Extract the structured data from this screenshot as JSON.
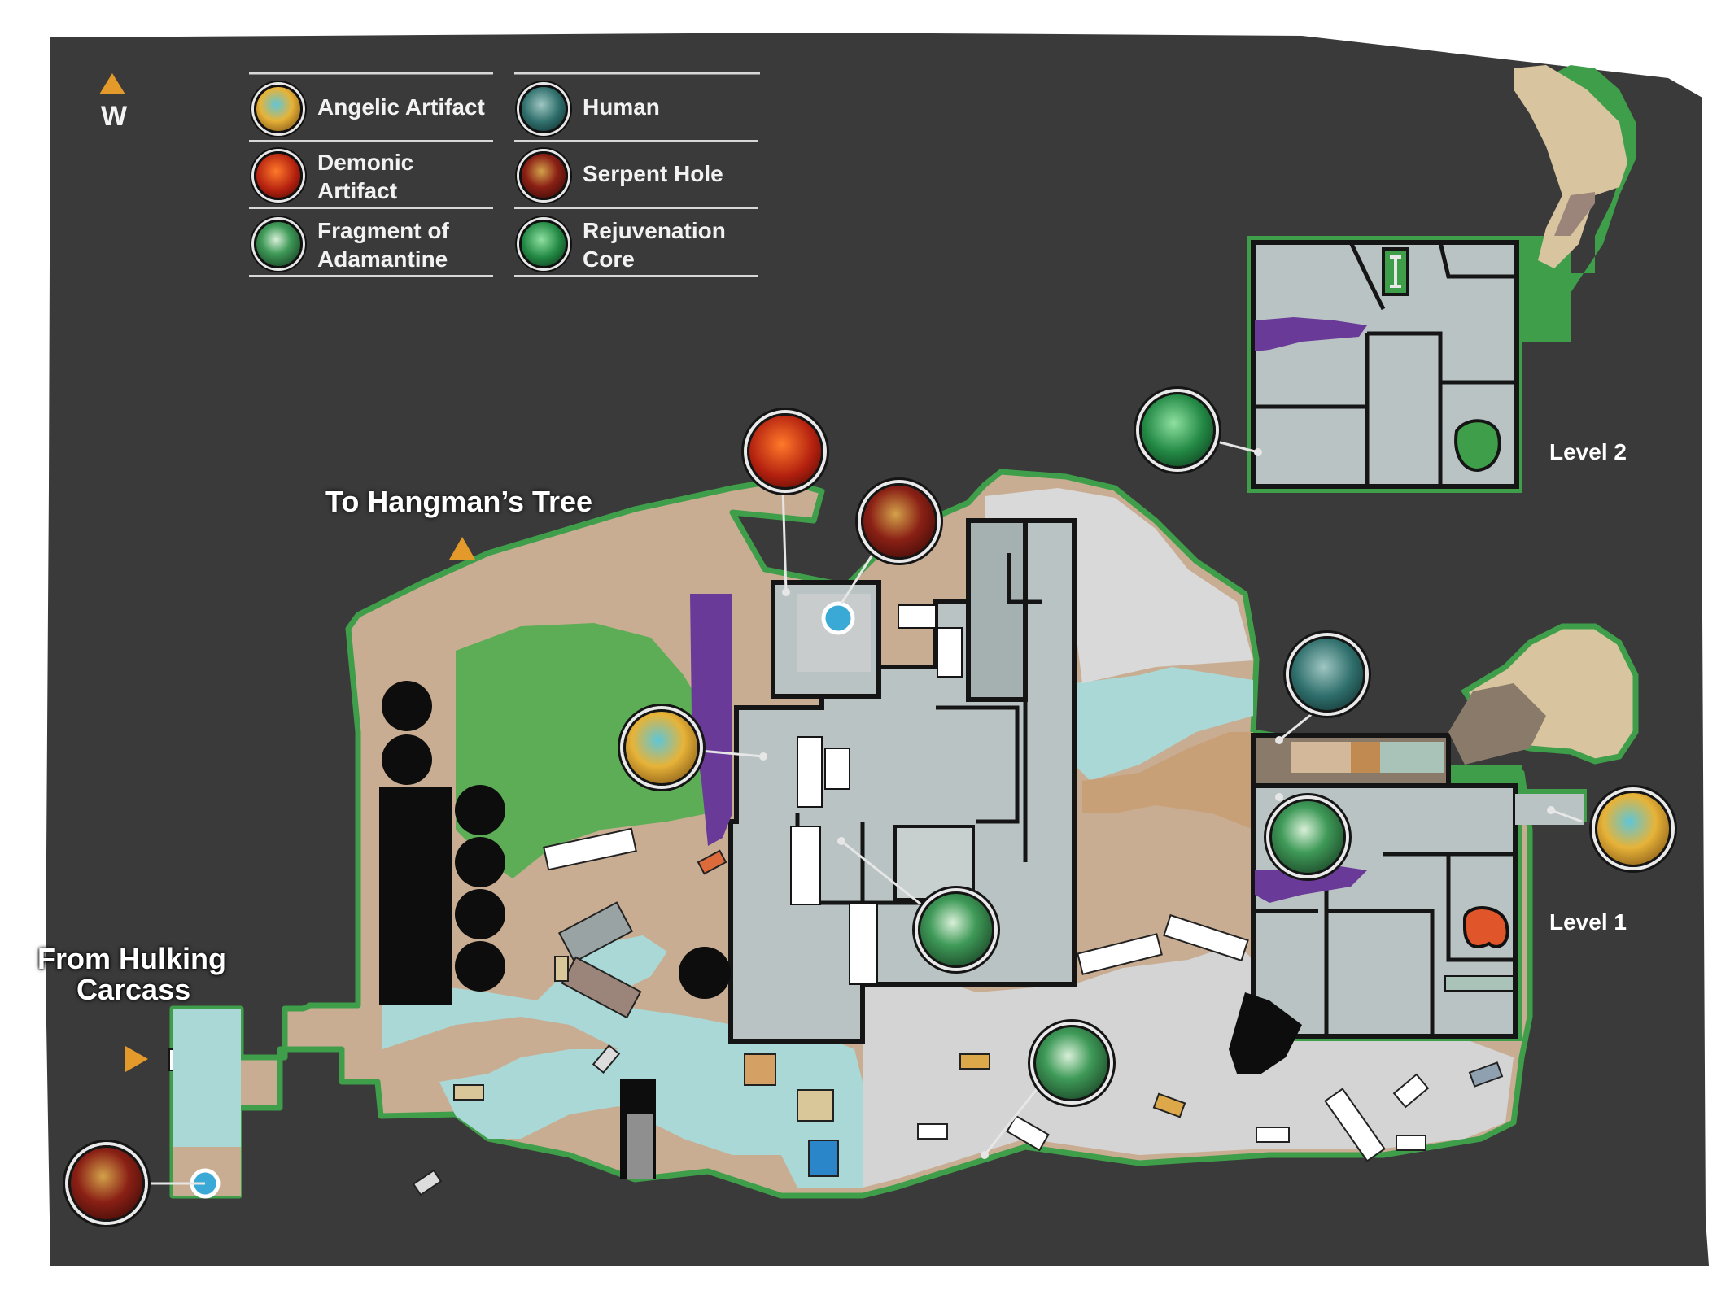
{
  "compass": {
    "letter": "W"
  },
  "legend": [
    {
      "icon": "angelic-artifact-icon",
      "label": "Angelic Artifact"
    },
    {
      "icon": "demonic-artifact-icon",
      "label": "Demonic Artifact"
    },
    {
      "icon": "fragment-of-adamantine-icon",
      "label": "Fragment of Adamantine"
    },
    {
      "icon": "human-icon",
      "label": "Human"
    },
    {
      "icon": "serpent-hole-icon",
      "label": "Serpent Hole"
    },
    {
      "icon": "rejuvenation-core-icon",
      "label": "Rejuvenation Core"
    }
  ],
  "labels": {
    "to_hangman": "To Hangman’s Tree",
    "from_hulking_1": "From Hulking",
    "from_hulking_2": "Carcass",
    "level1": "Level 1",
    "level2": "Level 2"
  },
  "colors": {
    "background": "#3b3b3b",
    "outline": "#3f9e4a",
    "room": "#b9c3c3",
    "dirt": "#c9ad93",
    "grass": "#5cad55",
    "water": "#a9d8d6",
    "angelic": "#e0a42a",
    "demonic": "#b22a18",
    "adamantine": "#2f8a48",
    "human": "#2a6b6b",
    "serpent": "#7a1c14",
    "rejuvenation": "#1f7a3c"
  }
}
